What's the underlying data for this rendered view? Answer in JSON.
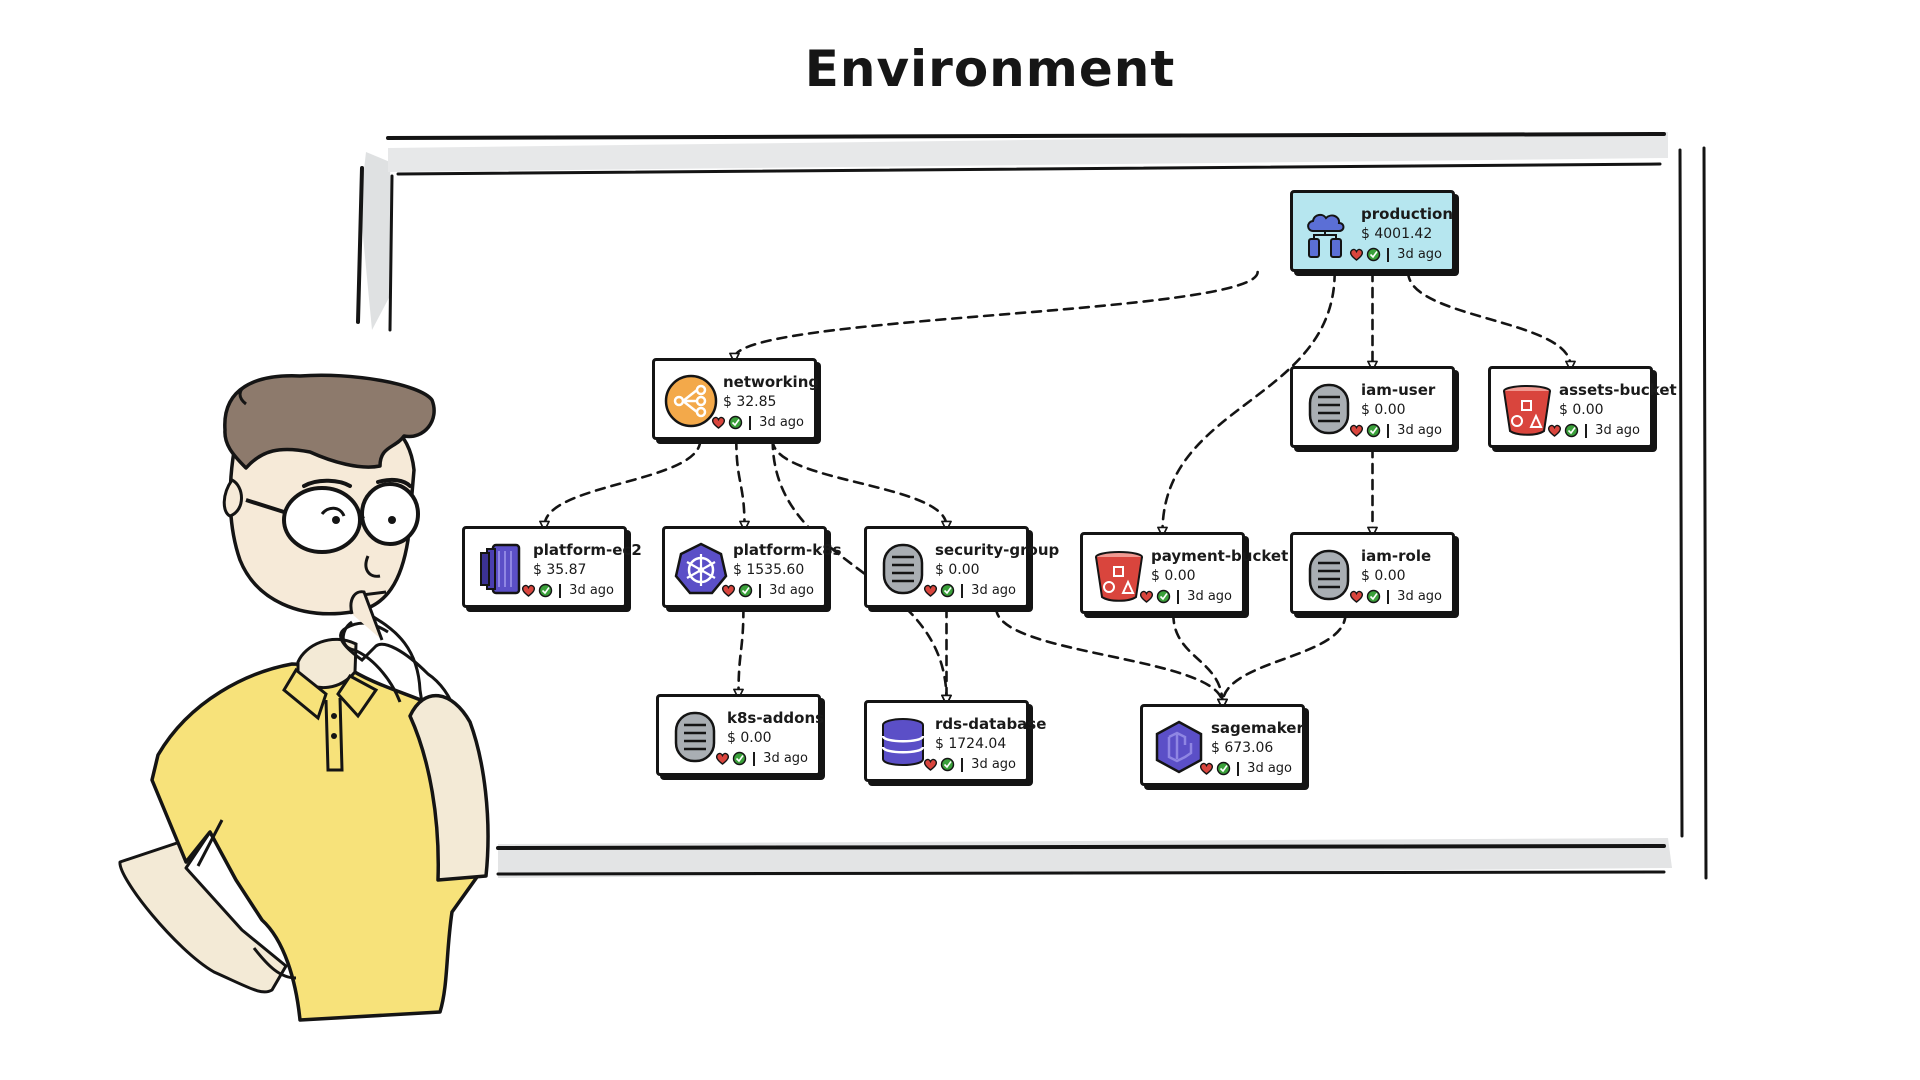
{
  "title": "Environment",
  "colors": {
    "node_highlight": "#b6e6ef",
    "stroke": "#141414",
    "aws_orange": "#f3a94a",
    "aws_purple": "#5b4fc7",
    "aws_red": "#d9453d",
    "gray_service": "#a9aeb3",
    "check_green": "#3aa03a",
    "shirt_yellow": "#f7e27a",
    "hair_brown": "#8d7a6c"
  },
  "nodes": [
    {
      "id": "production",
      "name": "production",
      "cost": "$ 4001.42",
      "age": "3d ago",
      "icon": "cloud-cluster-icon",
      "highlight": true
    },
    {
      "id": "networking",
      "name": "networking",
      "cost": "$ 32.85",
      "age": "3d ago",
      "icon": "vpc-network-icon",
      "highlight": false
    },
    {
      "id": "iam-user",
      "name": "iam-user",
      "cost": "$ 0.00",
      "age": "3d ago",
      "icon": "generic-service-icon",
      "highlight": false
    },
    {
      "id": "assets-bucket",
      "name": "assets-bucket",
      "cost": "$ 0.00",
      "age": "3d ago",
      "icon": "s3-bucket-icon",
      "highlight": false
    },
    {
      "id": "platform-ec2",
      "name": "platform-ec2",
      "cost": "$ 35.87",
      "age": "3d ago",
      "icon": "ec2-instance-icon",
      "highlight": false
    },
    {
      "id": "platform-k8s",
      "name": "platform-k8s",
      "cost": "$ 1535.60",
      "age": "3d ago",
      "icon": "kubernetes-icon",
      "highlight": false
    },
    {
      "id": "security-group",
      "name": "security-group",
      "cost": "$ 0.00",
      "age": "3d ago",
      "icon": "generic-service-icon",
      "highlight": false
    },
    {
      "id": "payment-bucket",
      "name": "payment-bucket",
      "cost": "$ 0.00",
      "age": "3d ago",
      "icon": "s3-bucket-icon",
      "highlight": false
    },
    {
      "id": "iam-role",
      "name": "iam-role",
      "cost": "$ 0.00",
      "age": "3d ago",
      "icon": "generic-service-icon",
      "highlight": false
    },
    {
      "id": "k8s-addons",
      "name": "k8s-addons",
      "cost": "$ 0.00",
      "age": "3d ago",
      "icon": "generic-service-icon",
      "highlight": false
    },
    {
      "id": "rds-database",
      "name": "rds-database",
      "cost": "$ 1724.04",
      "age": "3d ago",
      "icon": "database-icon",
      "highlight": false
    },
    {
      "id": "sagemaker",
      "name": "sagemaker",
      "cost": "$ 673.06",
      "age": "3d ago",
      "icon": "sagemaker-icon",
      "highlight": false
    }
  ],
  "edges": [
    {
      "from": "production",
      "to": "networking"
    },
    {
      "from": "production",
      "to": "payment-bucket"
    },
    {
      "from": "production",
      "to": "iam-user"
    },
    {
      "from": "production",
      "to": "assets-bucket"
    },
    {
      "from": "networking",
      "to": "platform-ec2"
    },
    {
      "from": "networking",
      "to": "platform-k8s"
    },
    {
      "from": "networking",
      "to": "security-group"
    },
    {
      "from": "networking",
      "to": "rds-database"
    },
    {
      "from": "iam-user",
      "to": "iam-role"
    },
    {
      "from": "platform-k8s",
      "to": "k8s-addons"
    },
    {
      "from": "security-group",
      "to": "rds-database"
    },
    {
      "from": "security-group",
      "to": "sagemaker"
    },
    {
      "from": "payment-bucket",
      "to": "sagemaker"
    },
    {
      "from": "iam-role",
      "to": "sagemaker"
    }
  ]
}
